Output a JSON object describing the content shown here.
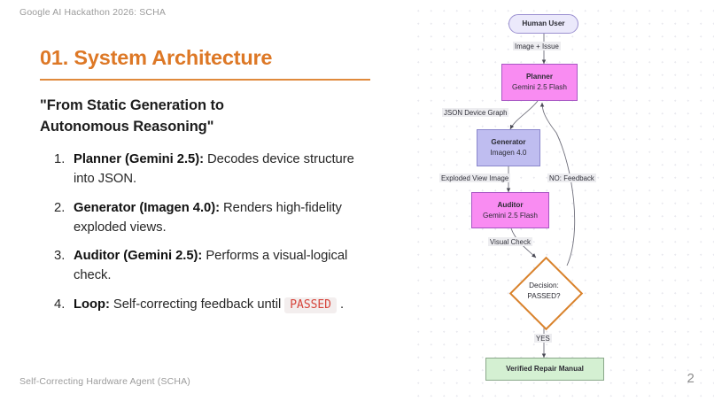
{
  "slide": {
    "eyebrow": "Google AI Hackathon 2026: SCHA",
    "footer_note": "Self-Correcting Hardware Agent (SCHA)",
    "page_number": "2",
    "accent_color": "#dd7826",
    "title": "01. System Architecture",
    "subtitle": "\"From Static Generation to Autonomous Reasoning\"",
    "steps": [
      {
        "index": "1.",
        "bold": "Planner (Gemini 2.5):",
        "rest": " Decodes device structure into JSON."
      },
      {
        "index": "2.",
        "bold": "Generator (Imagen 4.0):",
        "rest": " Renders high-fidelity exploded views."
      },
      {
        "index": "3.",
        "bold": "Auditor (Gemini 2.5):",
        "rest": " Performs a visual-logical check."
      },
      {
        "index": "4.",
        "bold": "Loop:",
        "rest": " Self-correcting feedback until ",
        "code": "PASSED",
        "tail": " ."
      }
    ]
  },
  "flowchart": {
    "type": "flow-diagram",
    "nodes": [
      {
        "id": "human",
        "title": "Human User",
        "sub": "",
        "shape": "pill",
        "fill": "#ebe9fb",
        "stroke": "#9a8fd0"
      },
      {
        "id": "planner",
        "title": "Planner",
        "sub": "Gemini 2.5 Flash",
        "shape": "rect",
        "fill": "#f98cf2",
        "stroke": "#a857c4"
      },
      {
        "id": "generator",
        "title": "Generator",
        "sub": "Imagen 4.0",
        "shape": "rect",
        "fill": "#bfbdf0",
        "stroke": "#8a86cc"
      },
      {
        "id": "auditor",
        "title": "Auditor",
        "sub": "Gemini 2.5 Flash",
        "shape": "rect",
        "fill": "#f98cf2",
        "stroke": "#a857c4"
      },
      {
        "id": "decision",
        "title": "Decision:",
        "sub": "PASSED?",
        "shape": "diamond",
        "fill": "#ffffff",
        "stroke": "#d9822b"
      },
      {
        "id": "verified",
        "title": "Verified Repair Manual",
        "sub": "",
        "shape": "rect",
        "fill": "#d4f0d2",
        "stroke": "#8aa88a"
      }
    ],
    "edges": [
      {
        "from": "human",
        "to": "planner",
        "label": "Image + Issue"
      },
      {
        "from": "planner",
        "to": "generator",
        "label": "JSON Device Graph"
      },
      {
        "from": "generator",
        "to": "auditor",
        "label": "Exploded View Image"
      },
      {
        "from": "auditor",
        "to": "decision",
        "label": "Visual Check"
      },
      {
        "from": "decision",
        "to": "planner",
        "label": "NO: Feedback"
      },
      {
        "from": "decision",
        "to": "verified",
        "label": "YES"
      }
    ]
  }
}
